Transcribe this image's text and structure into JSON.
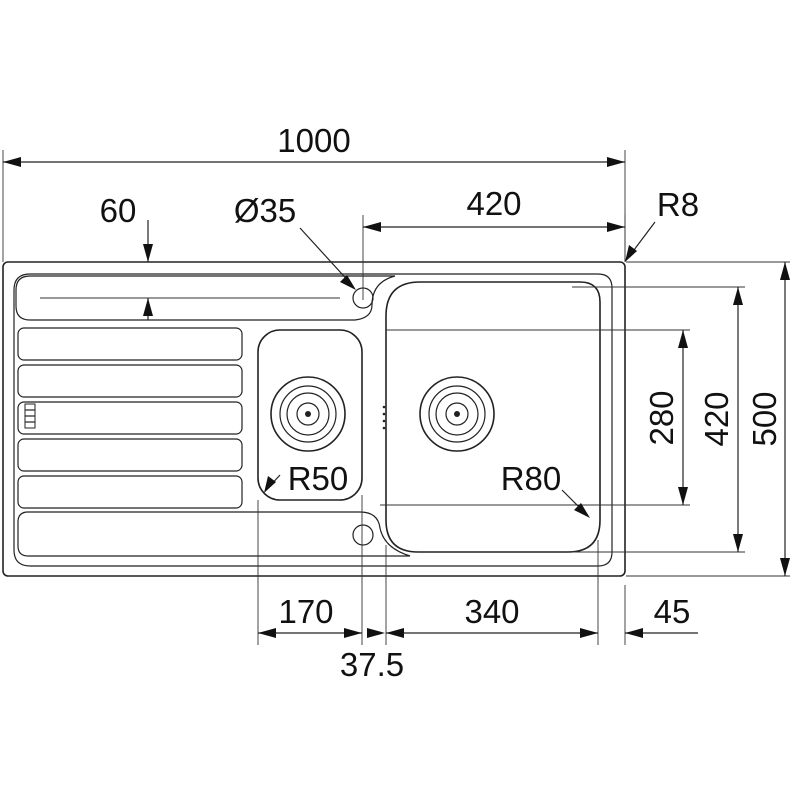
{
  "drawing": {
    "dimensions": {
      "overall_width": "1000",
      "drainer_offset": "60",
      "tap_hole": "Ø35",
      "large_bowl_offset": "420",
      "corner_radius": "R8",
      "bowl_length": "280",
      "bowl_width": "420",
      "overall_depth": "500",
      "small_bowl_radius": "R50",
      "large_bowl_radius": "R80",
      "small_bowl_width": "170",
      "large_bowl_width": "340",
      "bowl_gap": "37.5",
      "edge_offset": "45"
    }
  }
}
